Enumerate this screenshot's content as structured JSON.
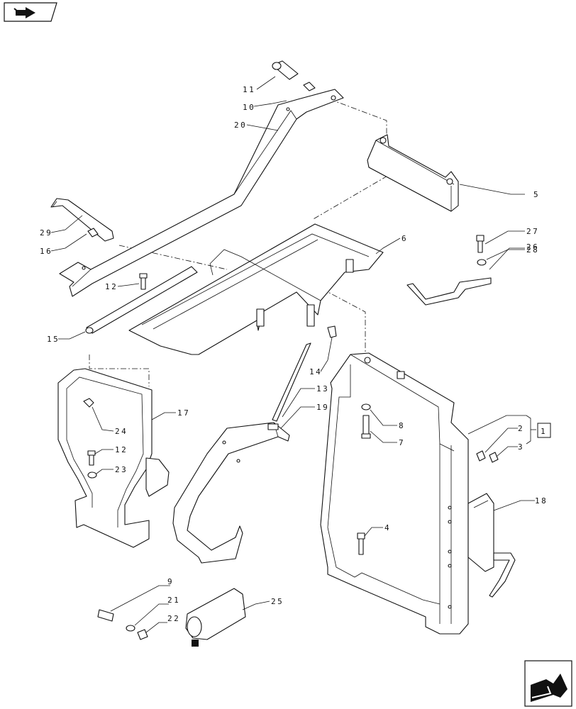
{
  "callouts": [
    {
      "id": "c11",
      "text": "11"
    },
    {
      "id": "c10",
      "text": "10"
    },
    {
      "id": "c20",
      "text": "20"
    },
    {
      "id": "c5",
      "text": "5"
    },
    {
      "id": "c27",
      "text": "27"
    },
    {
      "id": "c28",
      "text": "28"
    },
    {
      "id": "c26",
      "text": "26"
    },
    {
      "id": "c29",
      "text": "29"
    },
    {
      "id": "c16",
      "text": "16"
    },
    {
      "id": "c6",
      "text": "6"
    },
    {
      "id": "c12a",
      "text": "12"
    },
    {
      "id": "c15",
      "text": "15"
    },
    {
      "id": "c14",
      "text": "14"
    },
    {
      "id": "c13",
      "text": "13"
    },
    {
      "id": "c19",
      "text": "19"
    },
    {
      "id": "c17",
      "text": "17"
    },
    {
      "id": "c24",
      "text": "24"
    },
    {
      "id": "c12b",
      "text": "12"
    },
    {
      "id": "c23",
      "text": "23"
    },
    {
      "id": "c8",
      "text": "8"
    },
    {
      "id": "c7",
      "text": "7"
    },
    {
      "id": "c2",
      "text": "2"
    },
    {
      "id": "c3",
      "text": "3"
    },
    {
      "id": "c1",
      "text": "1"
    },
    {
      "id": "c18",
      "text": "18"
    },
    {
      "id": "c4",
      "text": "4"
    },
    {
      "id": "c9",
      "text": "9"
    },
    {
      "id": "c21",
      "text": "21"
    },
    {
      "id": "c22",
      "text": "22"
    },
    {
      "id": "c25",
      "text": "25"
    }
  ],
  "icons": {
    "top_left": "book-navigation-icon",
    "bottom_right": "next-page-arrow-icon"
  }
}
